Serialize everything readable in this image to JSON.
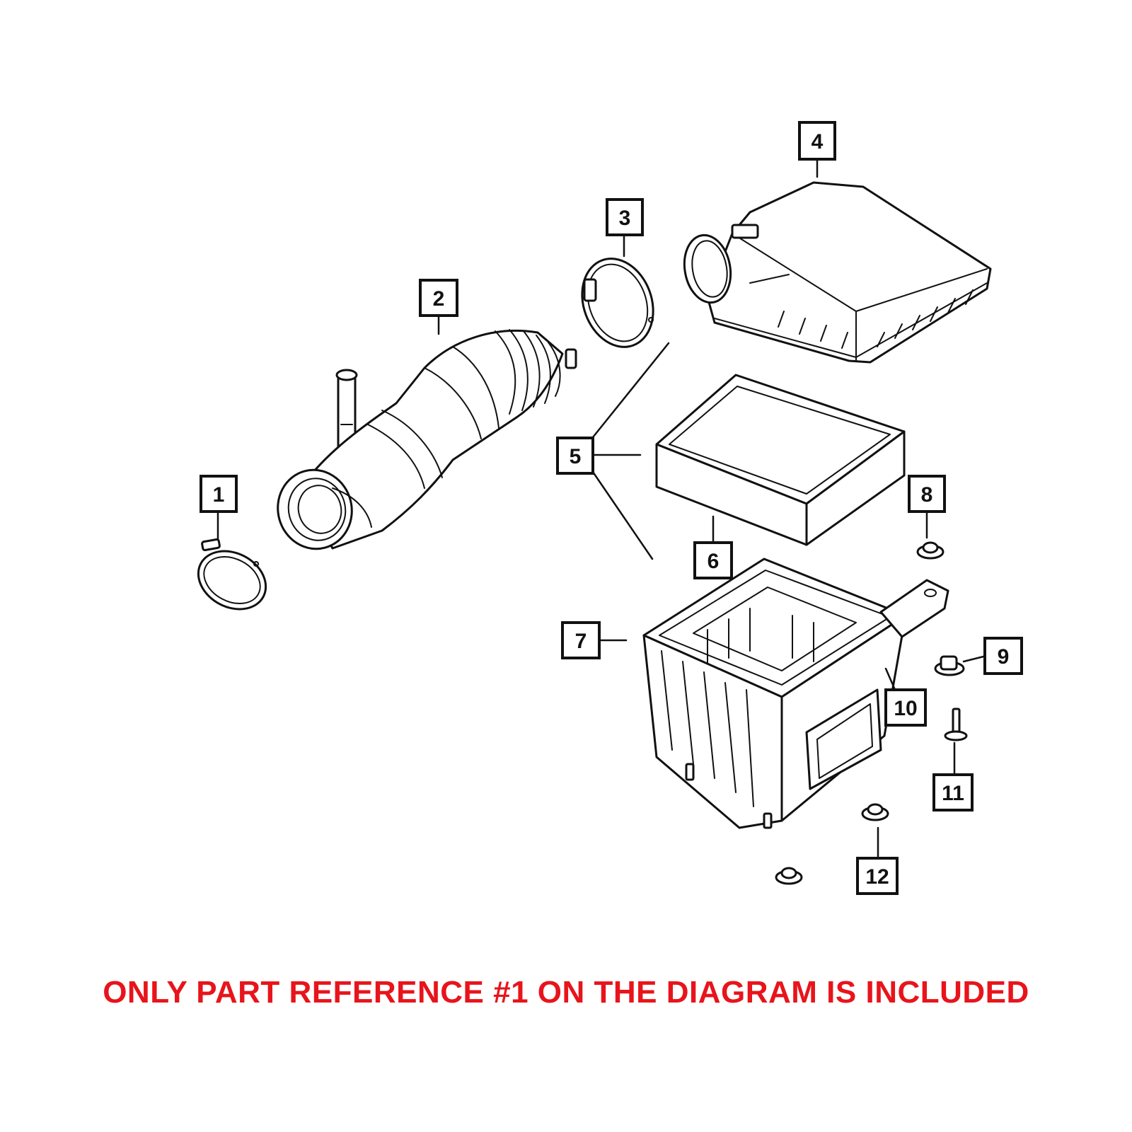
{
  "diagram": {
    "callouts": {
      "c1": "1",
      "c2": "2",
      "c3": "3",
      "c4": "4",
      "c5": "5",
      "c6": "6",
      "c7": "7",
      "c8": "8",
      "c9": "9",
      "c10": "10",
      "c11": "11",
      "c12": "12"
    }
  },
  "notice": {
    "text": "ONLY PART REFERENCE #1 ON THE DIAGRAM IS INCLUDED",
    "color": "#e8141b"
  }
}
